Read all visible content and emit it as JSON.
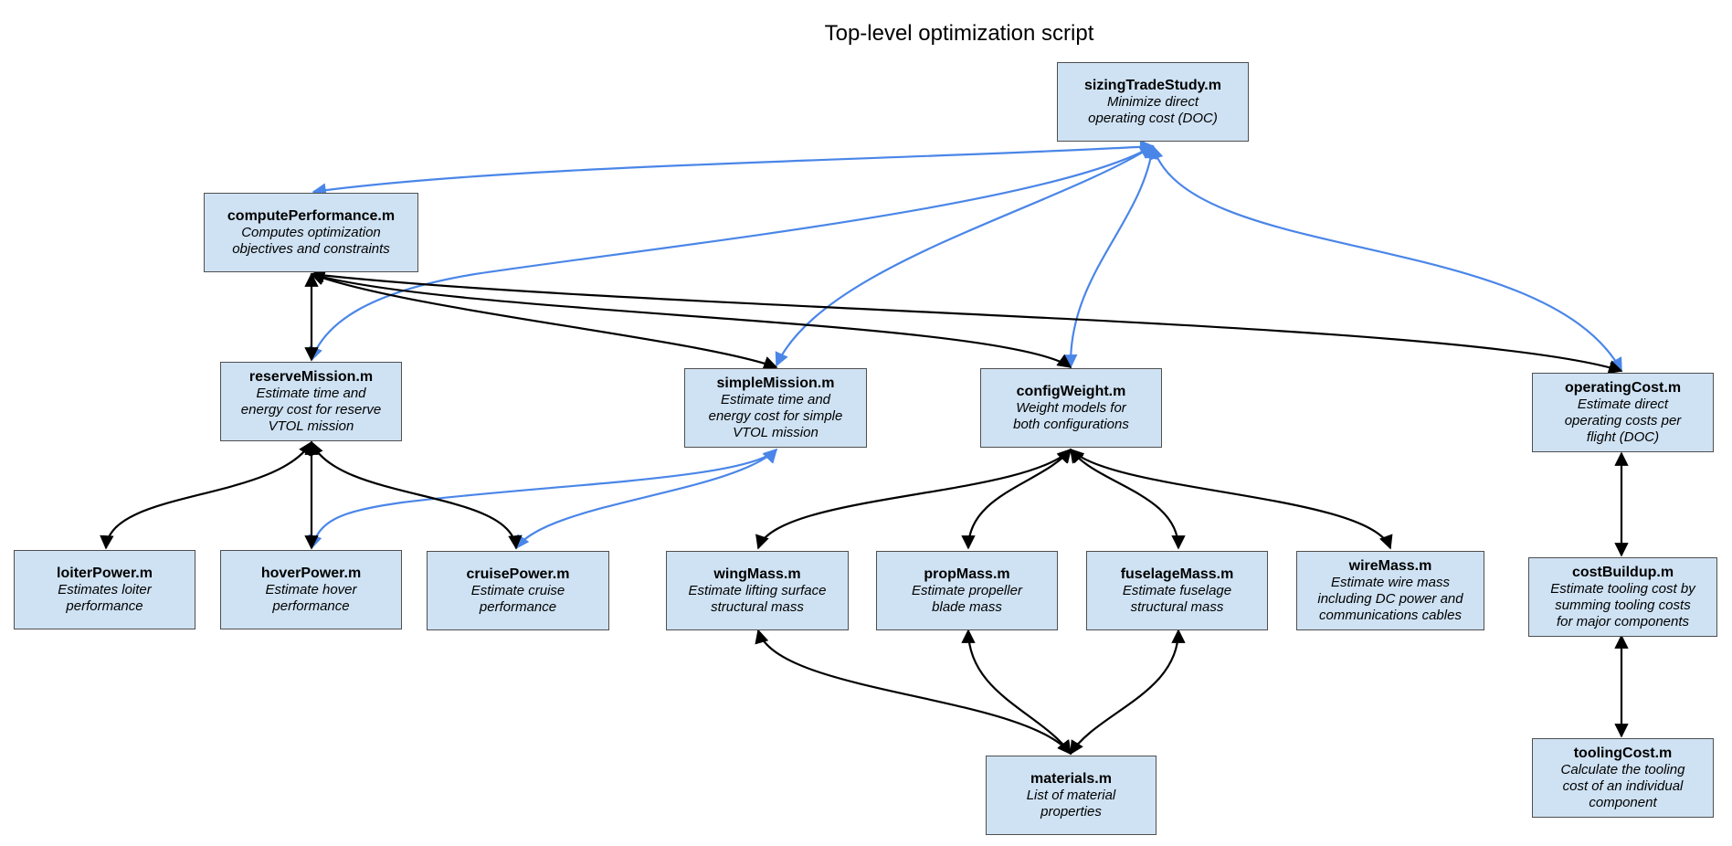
{
  "title": "Top-level optimization script",
  "colors": {
    "node_fill": "#cfe2f3",
    "node_border": "#4f4f4f",
    "edge_black": "#000000",
    "edge_blue": "#4a86e8"
  },
  "nodes": {
    "sizingTradeStudy": {
      "name": "sizingTradeStudy.m",
      "desc": [
        "Minimize direct",
        "operating cost (DOC)"
      ]
    },
    "computePerformance": {
      "name": "computePerformance.m",
      "desc": [
        "Computes optimization",
        "objectives and constraints"
      ]
    },
    "reserveMission": {
      "name": "reserveMission.m",
      "desc": [
        "Estimate time and",
        "energy cost for reserve",
        "VTOL mission"
      ]
    },
    "simpleMission": {
      "name": "simpleMission.m",
      "desc": [
        "Estimate time and",
        "energy cost for simple",
        "VTOL mission"
      ]
    },
    "configWeight": {
      "name": "configWeight.m",
      "desc": [
        "Weight models for",
        "both configurations"
      ]
    },
    "operatingCost": {
      "name": "operatingCost.m",
      "desc": [
        "Estimate direct",
        "operating costs per",
        "flight (DOC)"
      ]
    },
    "loiterPower": {
      "name": "loiterPower.m",
      "desc": [
        "Estimates loiter",
        "performance"
      ]
    },
    "hoverPower": {
      "name": "hoverPower.m",
      "desc": [
        "Estimate hover",
        "performance"
      ]
    },
    "cruisePower": {
      "name": "cruisePower.m",
      "desc": [
        "Estimate cruise",
        "performance"
      ]
    },
    "wingMass": {
      "name": "wingMass.m",
      "desc": [
        "Estimate lifting surface",
        "structural mass"
      ]
    },
    "propMass": {
      "name": "propMass.m",
      "desc": [
        "Estimate propeller",
        "blade mass"
      ]
    },
    "fuselageMass": {
      "name": "fuselageMass.m",
      "desc": [
        "Estimate fuselage",
        "structural mass"
      ]
    },
    "wireMass": {
      "name": "wireMass.m",
      "desc": [
        "Estimate wire mass",
        "including DC power and",
        "communications cables"
      ]
    },
    "costBuildup": {
      "name": "costBuildup.m",
      "desc": [
        "Estimate tooling cost by",
        "summing tooling costs",
        "for major components"
      ]
    },
    "toolingCost": {
      "name": "toolingCost.m",
      "desc": [
        "Calculate the tooling",
        "cost of an individual",
        "component"
      ]
    },
    "materials": {
      "name": "materials.m",
      "desc": [
        "List of material",
        "properties"
      ]
    }
  }
}
